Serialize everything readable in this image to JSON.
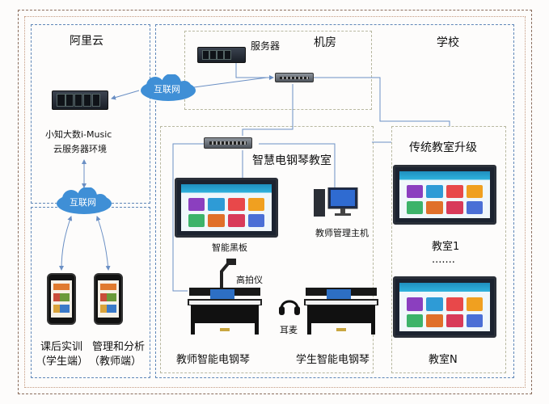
{
  "regions": {
    "aliyun": "阿里云",
    "jifang": "机房",
    "school": "学校",
    "smart_room": "智慧电钢琴教室",
    "traditional_room": "传统教室升级"
  },
  "devices": {
    "server": "服务器",
    "cloud_internet_top": "互联网",
    "cloud_internet_bottom": "互联网",
    "cloud_server_env_line1": "小知大数i-Music",
    "cloud_server_env_line2": "云服务器环境",
    "smart_board": "智能黑板",
    "teacher_pc": "教师管理主机",
    "document_camera": "高拍仪",
    "headphones": "耳麦",
    "teacher_piano": "教师智能电钢琴",
    "student_piano": "学生智能电钢琴",
    "classroom_1": "教室1",
    "ellipsis": "·······",
    "classroom_n": "教室N",
    "student_app_line1": "课后实训",
    "student_app_line2": "（学生端）",
    "teacher_app_line1": "管理和分析",
    "teacher_app_line2": "（教师端）"
  },
  "colors": {
    "region_border": "#5f87b8",
    "inner_border": "#b8b8a0",
    "outer_border": "#8a6d5c",
    "cloud_fill": "#3f8fd6",
    "link": "#6a8fc4"
  },
  "icons": [
    "server-icon",
    "switch-icon",
    "cloud-icon",
    "smart-board-icon",
    "computer-icon",
    "camera-icon",
    "headphones-icon",
    "piano-icon",
    "phone-icon"
  ]
}
